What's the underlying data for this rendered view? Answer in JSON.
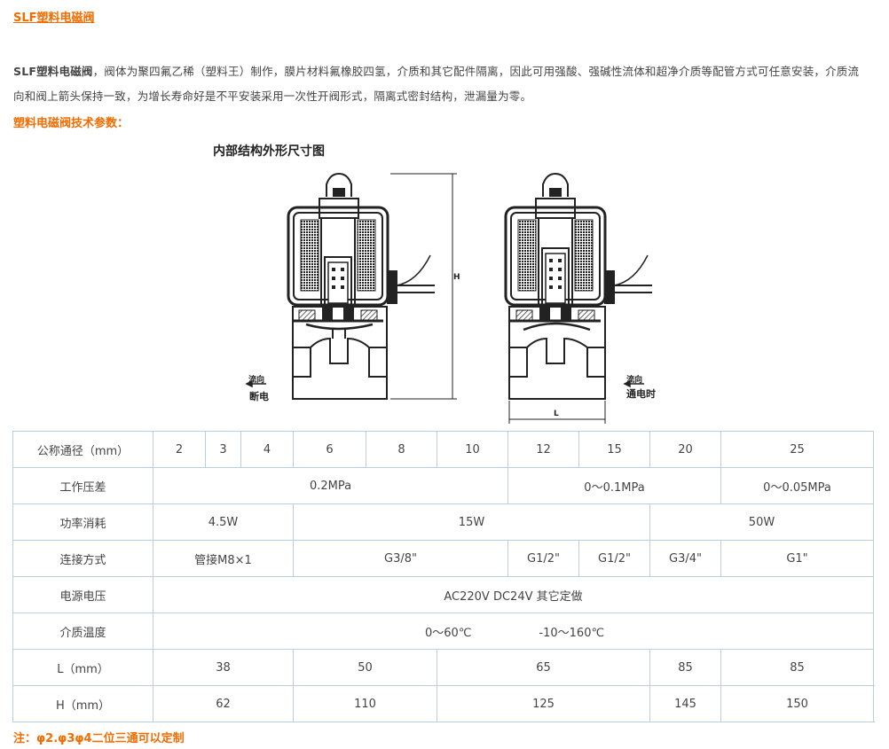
{
  "header": {
    "title": "SLF塑料电磁阀"
  },
  "intro": {
    "lead": "SLF塑料电磁阀",
    "text": "，阀体为聚四氟乙稀（塑料王）制作，膜片材料氟橡胶四氢，介质和其它配件隔离，因此可用强酸、强碱性流体和超净介质等配管方式可任意安装，介质流向和阀上箭头保持一致，为增长寿命好是不平安装采用一次性开阀形式，隔离式密封结构，泄漏量为零。"
  },
  "subheading": "塑料电磁阀技术参数：",
  "figure": {
    "title": "内部结构外形尺寸图",
    "left_flow": "流向",
    "left_state": "断电",
    "right_flow": "流向",
    "right_state": "通电时",
    "dim_h": "H",
    "dim_l": "L"
  },
  "table": {
    "rows": [
      {
        "label": "公称通径（mm）",
        "cells": [
          "2",
          "3",
          "4",
          "6",
          "8",
          "10",
          "12",
          "15",
          "20",
          "25"
        ]
      },
      {
        "label": "工作压差",
        "cells": [
          "0.2MPa",
          "0～0.1MPa",
          "0～0.05MPa"
        ]
      },
      {
        "label": "功率消耗",
        "cells": [
          "4.5W",
          "15W",
          "50W"
        ]
      },
      {
        "label": "连接方式",
        "cells": [
          "管接M8×1",
          "G3/8\"",
          "G1/2\"",
          "G1/2\"",
          "G3/4\"",
          "G1\""
        ]
      },
      {
        "label": "电源电压",
        "cells": [
          "AC220V DC24V 其它定做"
        ]
      },
      {
        "label": "介质温度",
        "cells": [
          "0～60℃",
          "-10～160℃"
        ]
      },
      {
        "label": "L（mm）",
        "cells": [
          "38",
          "50",
          "65",
          "85",
          "85"
        ]
      },
      {
        "label": "H（mm）",
        "cells": [
          "62",
          "110",
          "125",
          "145",
          "150"
        ]
      }
    ]
  },
  "note": "注：φ2.φ3φ4二位三通可以定制"
}
